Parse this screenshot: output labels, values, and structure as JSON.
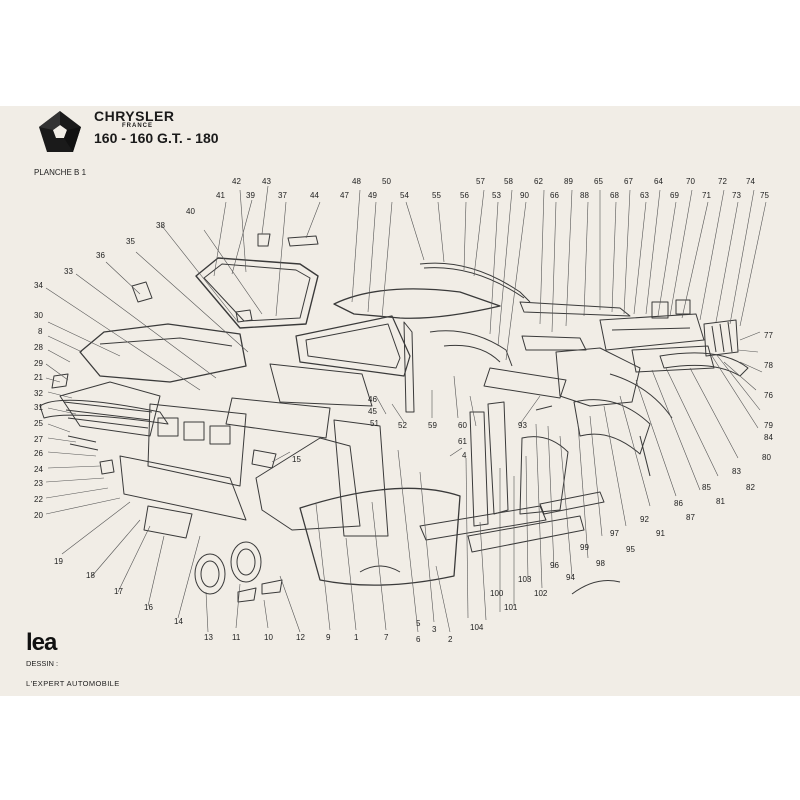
{
  "header": {
    "brand": "CHRYSLER",
    "brand_sub": "FRANCE",
    "models": "160 - 160 G.T. - 180",
    "plate": "PLANCHE  B 1"
  },
  "footer": {
    "logo_text": "lea",
    "drawing_label": "DESSIN :",
    "credit": "L'EXPERT AUTOMOBILE"
  },
  "callouts": [
    "1",
    "2",
    "3",
    "4",
    "5",
    "6",
    "7",
    "8",
    "9",
    "10",
    "11",
    "12",
    "13",
    "14",
    "15",
    "16",
    "17",
    "18",
    "19",
    "20",
    "21",
    "22",
    "23",
    "24",
    "25",
    "26",
    "27",
    "28",
    "29",
    "30",
    "31",
    "32",
    "33",
    "34",
    "35",
    "36",
    "37",
    "38",
    "39",
    "40",
    "41",
    "42",
    "43",
    "44",
    "45",
    "46",
    "47",
    "48",
    "49",
    "50",
    "51",
    "52",
    "53",
    "54",
    "55",
    "56",
    "57",
    "58",
    "59",
    "60",
    "61",
    "62",
    "63",
    "64",
    "65",
    "66",
    "67",
    "68",
    "69",
    "70",
    "71",
    "72",
    "73",
    "74",
    "75",
    "76",
    "77",
    "78",
    "79",
    "80",
    "81",
    "82",
    "83",
    "84",
    "85",
    "86",
    "87",
    "88",
    "89",
    "90",
    "91",
    "92",
    "93",
    "94",
    "95",
    "96",
    "97",
    "98",
    "99",
    "100",
    "101",
    "102",
    "103",
    "104"
  ],
  "colors": {
    "paper": "#f1ede6",
    "ink": "#222222"
  },
  "icons": {
    "logo": "pentastar-icon"
  }
}
